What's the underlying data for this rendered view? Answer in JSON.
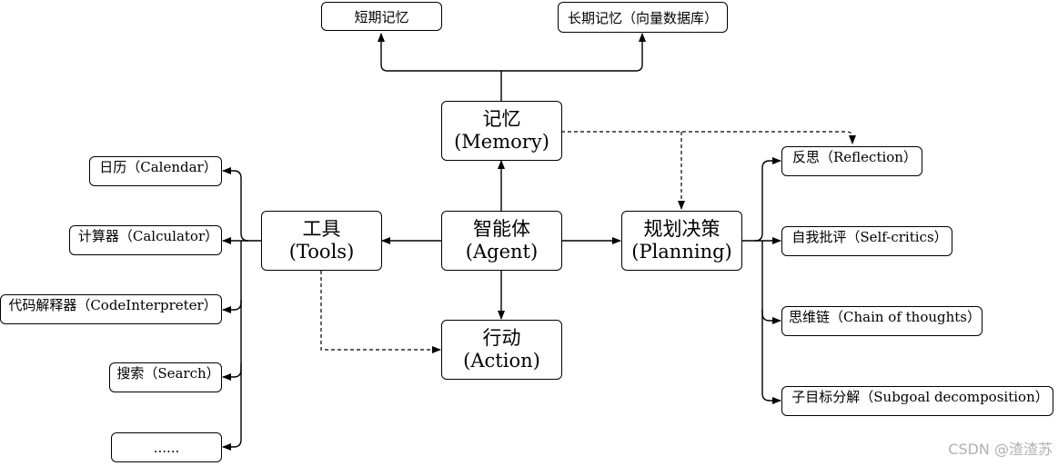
{
  "memory": {
    "line1": "记忆",
    "line2": "(Memory)"
  },
  "short_term": "短期记忆",
  "long_term": "长期记忆（向量数据库）",
  "agent": {
    "line1": "智能体",
    "line2": "(Agent)"
  },
  "tools": {
    "line1": "工具",
    "line2": "(Tools)"
  },
  "planning": {
    "line1": "规划决策",
    "line2": "(Planning)"
  },
  "action": {
    "line1": "行动",
    "line2": "(Action)"
  },
  "tool_items": [
    "日历（Calendar）",
    "计算器（Calculator）",
    "代码解释器（CodeInterpreter）",
    "搜索（Search）",
    "......"
  ],
  "planning_items": [
    "反思（Reflection）",
    "自我批评（Self-critics）",
    "思维链（Chain of thoughts）",
    "子目标分解（Subgoal decomposition）"
  ],
  "watermark": "CSDN @渣渣苏"
}
